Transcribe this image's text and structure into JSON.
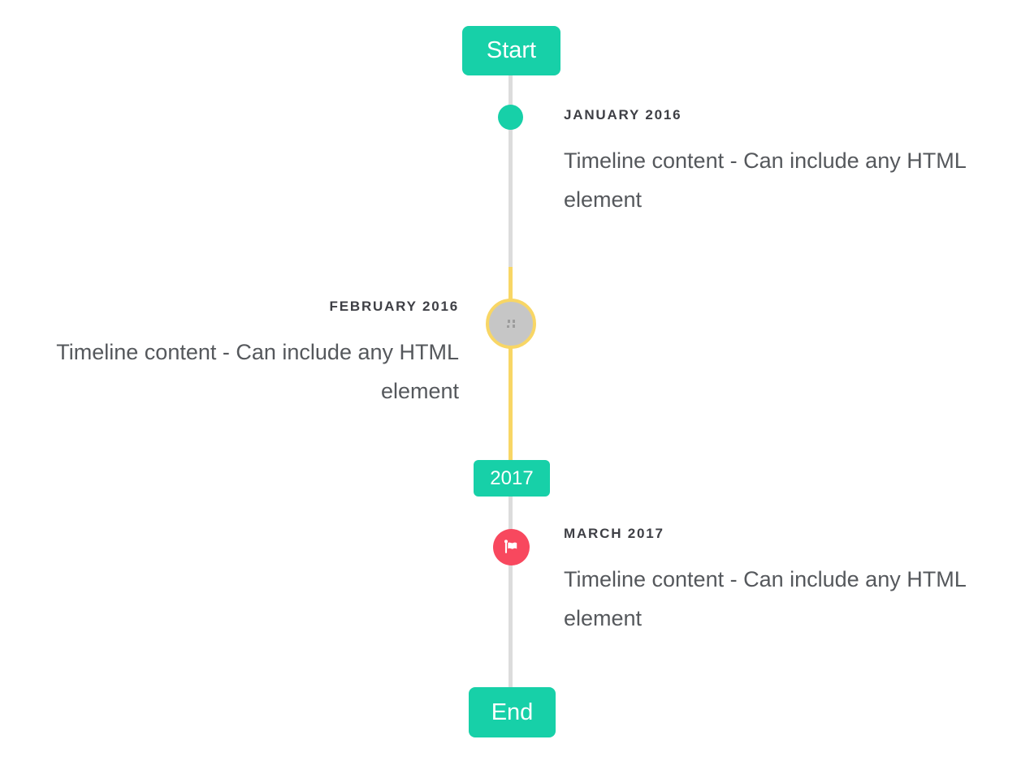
{
  "page": {
    "background": "#ffffff",
    "component": "vertical-timeline"
  },
  "colors": {
    "accent_teal": "#17d0a8",
    "highlight_yellow": "#f8d665",
    "flag_red": "#f8485e",
    "line_gray": "#dcdcdc",
    "circle_gray_fill": "#c6c6c6",
    "label_text": "#3e3f45",
    "content_text": "#55585c",
    "badge_text": "#ffffff"
  },
  "timeline": {
    "start_badge": "Start",
    "year_badge": "2017",
    "end_badge": "End",
    "items": [
      {
        "label": "JANUARY 2016",
        "content": "Timeline content - Can include any HTML element",
        "side": "right",
        "marker": "teal-dot"
      },
      {
        "label": "FEBRUARY 2016",
        "content": "Timeline content - Can include any HTML element",
        "side": "left",
        "marker": "gray-circle-yellow-ring-broken-image"
      },
      {
        "label": "MARCH 2017",
        "content": "Timeline content - Can include any HTML element",
        "side": "right",
        "marker": "flag"
      }
    ],
    "icons": {
      "flag": "flag-icon",
      "broken_image": "broken-image-icon"
    }
  }
}
